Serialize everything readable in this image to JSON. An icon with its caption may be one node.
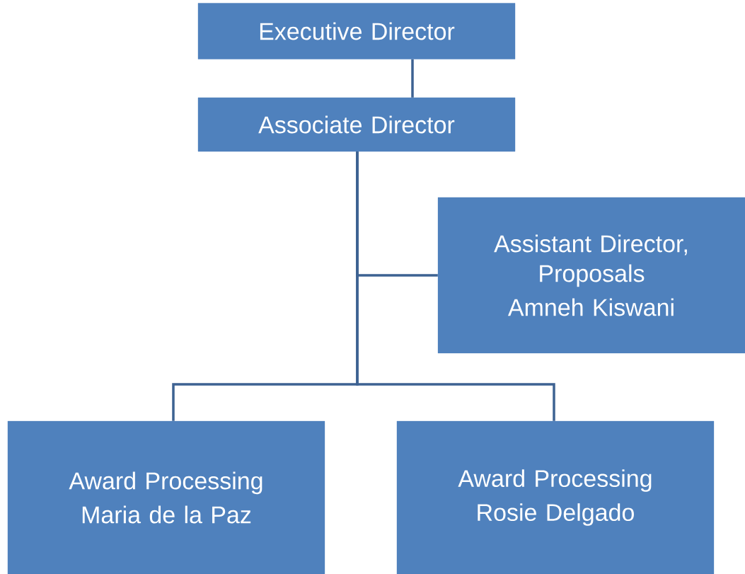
{
  "diagram": {
    "nodes": [
      {
        "text": [
          "Executive Director"
        ]
      },
      {
        "text": [
          "Associate Director"
        ]
      },
      {
        "text": [
          "Assistant Director, Proposals",
          "Amneh Kiswani"
        ]
      },
      {
        "text": [
          "Award Processing",
          "Maria de la Paz"
        ]
      },
      {
        "text": [
          "Award Processing",
          "Rosie Delgado"
        ]
      }
    ],
    "edges": [
      {
        "from": 0,
        "to": 1,
        "arrow": "none"
      },
      {
        "from": 1,
        "to": 2,
        "arrow": "none"
      },
      {
        "from": 1,
        "to": 3,
        "arrow": "none"
      },
      {
        "from": 1,
        "to": 4,
        "arrow": "none"
      }
    ]
  }
}
